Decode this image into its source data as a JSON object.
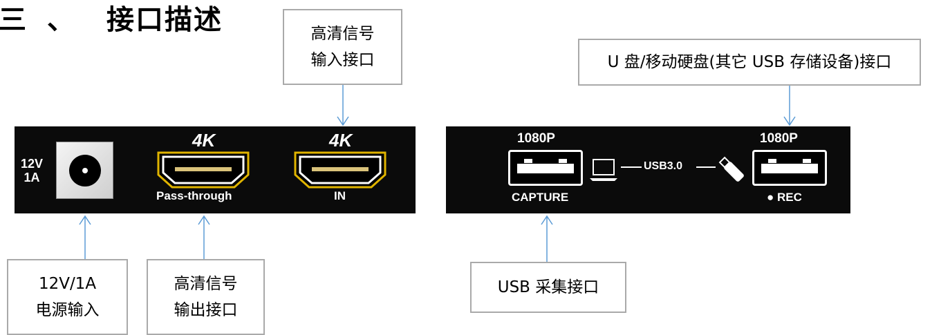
{
  "section": {
    "number": "三",
    "separator": "、",
    "title": "接口描述"
  },
  "callouts": {
    "hdmi_in": [
      "高清信号",
      "输入接口"
    ],
    "usb_storage": [
      "U 盘/移动硬盘(其它 USB 存储设备)接口"
    ],
    "power": [
      "12V/1A",
      "电源输入"
    ],
    "hdmi_out": [
      "高清信号",
      "输出接口"
    ],
    "usb_capture": [
      "USB 采集接口"
    ]
  },
  "left_panel": {
    "power_label": [
      "12V",
      "1A"
    ],
    "passthrough_badge": "4K",
    "passthrough_label": "Pass-through",
    "in_badge": "4K",
    "in_label": "IN"
  },
  "right_panel": {
    "capture_badge": "1080P",
    "capture_label": "CAPTURE",
    "usb_label": "USB3.0",
    "rec_badge": "1080P",
    "rec_label": "● REC"
  },
  "colors": {
    "panel": "#0b0b0b",
    "arrow": "#5b9bd5",
    "callout_border": "#a9a9a9",
    "hdmi_gold": "#e0b400"
  },
  "icons": {
    "dc_jack": "dc-power-jack-icon",
    "hdmi_port": "hdmi-port-icon",
    "usb_port": "usb-a-port-icon",
    "laptop": "laptop-icon",
    "usb_stick": "usb-flash-drive-icon"
  }
}
